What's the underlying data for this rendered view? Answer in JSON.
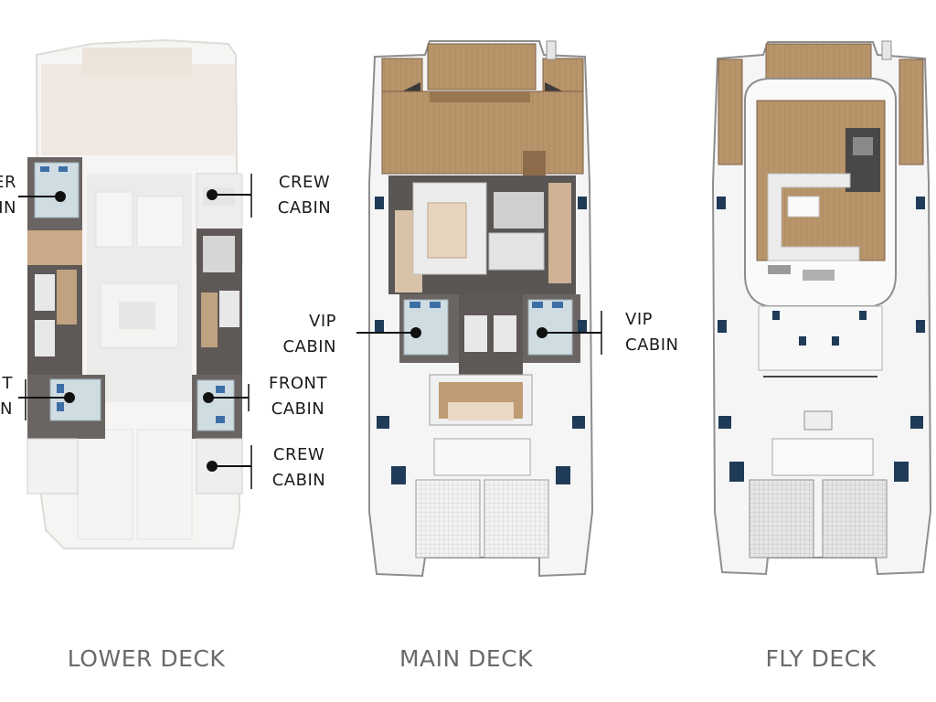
{
  "decks": {
    "lower": "LOWER DECK",
    "main": "MAIN DECK",
    "fly": "FLY DECK"
  },
  "labels": {
    "lower_master_cabin": {
      "line1": "ER",
      "line2": "IN"
    },
    "lower_crew_cabin_top": {
      "line1": "CREW",
      "line2": "CABIN"
    },
    "lower_front_cabin_left": {
      "line1": "T",
      "line2": "N"
    },
    "lower_front_cabin_right": {
      "line1": "FRONT",
      "line2": "CABIN"
    },
    "lower_crew_cabin_bottom": {
      "line1": "CREW",
      "line2": "CABIN"
    },
    "main_vip_cabin_left": {
      "line1": "VIP",
      "line2": "CABIN"
    },
    "main_vip_cabin_right": {
      "line1": "VIP",
      "line2": "CABIN"
    }
  },
  "colors": {
    "teak": "#b8946a",
    "teak_dark": "#9a7650",
    "hull": "#f4f4f4",
    "outline": "#8c8c8c",
    "floor_dark": "#5a5654",
    "cabin_blue": "#c9d8df",
    "window": "#1f3b57",
    "pointer": "#111111"
  }
}
